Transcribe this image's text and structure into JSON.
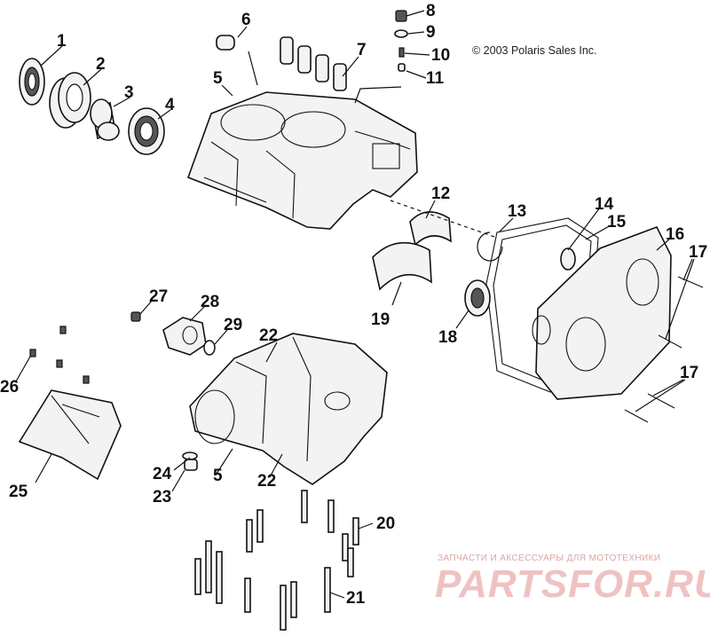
{
  "copyright": "© 2003 Polaris Sales Inc.",
  "watermark": {
    "tagline": "ЗАПЧАСТИ И АКСЕССУАРЫ ДЛЯ МОТОТЕХНИКИ",
    "logo": "PARTSFOR.RU"
  },
  "callouts": {
    "c1": "1",
    "c2": "2",
    "c3": "3",
    "c4": "4",
    "c5a": "5",
    "c5b": "5",
    "c6": "6",
    "c7": "7",
    "c8": "8",
    "c9": "9",
    "c10": "10",
    "c11": "11",
    "c12": "12",
    "c13": "13",
    "c14": "14",
    "c15": "15",
    "c16": "16",
    "c17a": "17",
    "c17b": "17",
    "c18": "18",
    "c19": "19",
    "c20": "20",
    "c21": "21",
    "c22a": "22",
    "c22b": "22",
    "c23": "23",
    "c24": "24",
    "c25": "25",
    "c26": "26",
    "c27": "27",
    "c28": "28",
    "c29": "29"
  }
}
